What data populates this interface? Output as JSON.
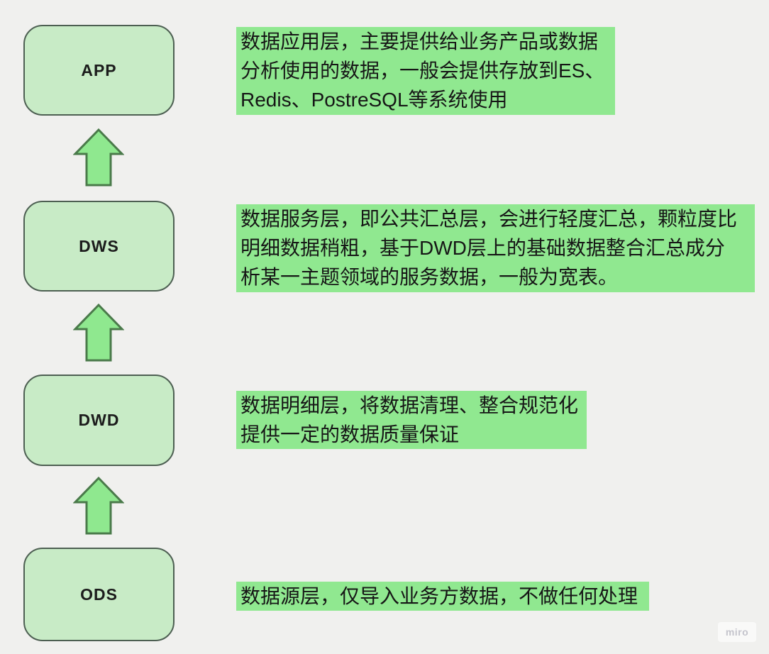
{
  "theme": {
    "background": "#f0f0ee",
    "box_fill": "#c8ebc6",
    "box_border": "#4d5f52",
    "arrow_fill": "#8fe88f",
    "arrow_stroke": "#4a7a4a",
    "highlight": "#90e890",
    "text_color": "#161616",
    "watermark_color": "#c4c4cc"
  },
  "diagram": {
    "type": "layered-architecture-flow",
    "layers": [
      {
        "label": "APP",
        "description": "数据应用层，主要提供给业务产品或数据\n分析使用的数据，一般会提供存放到ES、\nRedis、PostreSQL等系统使用"
      },
      {
        "label": "DWS",
        "description": "数据服务层，即公共汇总层，会进行轻度汇总，颗粒度比\n明细数据稍粗，基于DWD层上的基础数据整合汇总成分\n析某一主题领域的服务数据，一般为宽表。"
      },
      {
        "label": "DWD",
        "description": "数据明细层，将数据清理、整合规范化\n提供一定的数据质量保证"
      },
      {
        "label": "ODS",
        "description": "数据源层，仅导入业务方数据，不做任何处理"
      }
    ],
    "flow_direction": "bottom-to-top",
    "arrow_icon": "up-arrow-icon"
  },
  "watermark": "miro"
}
